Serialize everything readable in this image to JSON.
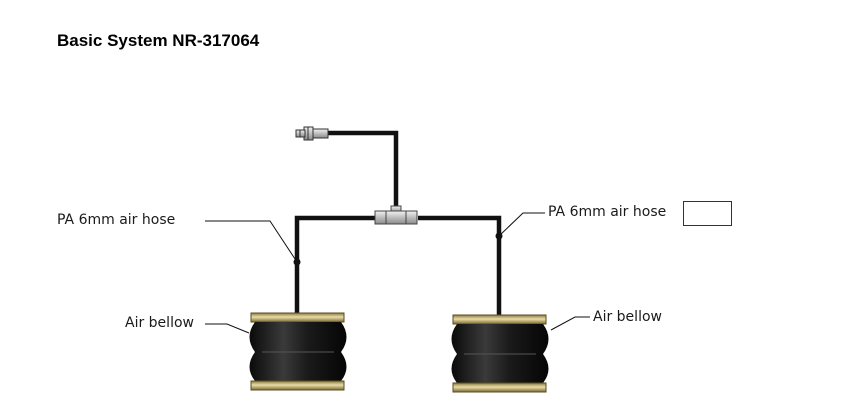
{
  "title": "Basic System NR-317064",
  "labels": {
    "hose_left": "PA 6mm air hose",
    "hose_right": "PA 6mm air hose",
    "bellow_left": "Air bellow",
    "bellow_right": "Air bellow"
  },
  "colors": {
    "hose": "#111111",
    "bellow_rubber": "#1c1c1c",
    "plate_gold": "#c8b878",
    "fitting": "#c8c8c8"
  },
  "icons": [
    "air-inlet-valve-icon",
    "t-connector-icon",
    "air-bellow-icon"
  ]
}
